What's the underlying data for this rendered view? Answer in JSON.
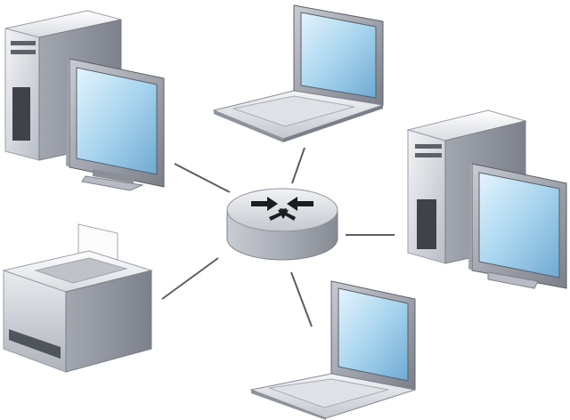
{
  "diagram": {
    "hub": {
      "icon": "router-icon"
    },
    "devices": [
      {
        "id": "desktop-top-left",
        "icon": "desktop-computer-icon"
      },
      {
        "id": "laptop-top",
        "icon": "laptop-icon"
      },
      {
        "id": "desktop-right",
        "icon": "desktop-computer-icon"
      },
      {
        "id": "printer-left",
        "icon": "printer-icon"
      },
      {
        "id": "laptop-bottom",
        "icon": "laptop-icon"
      }
    ]
  },
  "colors": {
    "case_light": "#eef0f4",
    "case_mid": "#c9ccd4",
    "case_dark": "#8c909a",
    "screen_light": "#d6eefb",
    "screen_dark": "#7fb8dc",
    "bezel": "#6b6f78",
    "link_line": "#5a5d63"
  }
}
